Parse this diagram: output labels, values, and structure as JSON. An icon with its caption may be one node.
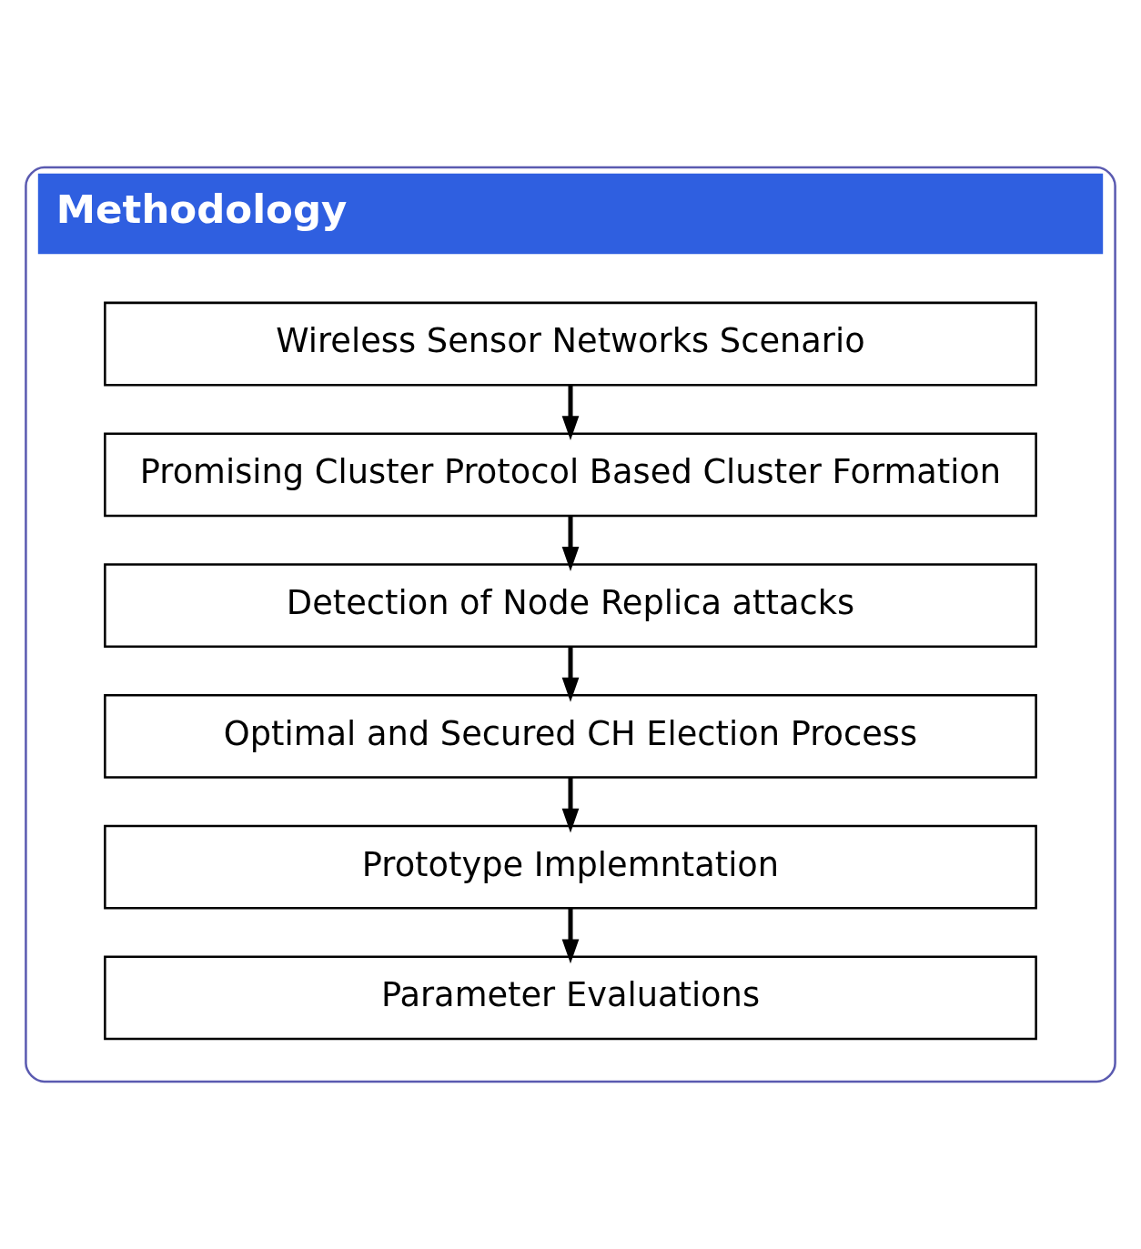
{
  "diagram": {
    "nodes": [
      {
        "text": [
          "Methodology"
        ]
      },
      {
        "text": [
          "Wireless Sensor Networks Scenario"
        ],
        "in": 0
      },
      {
        "text": [
          "Promising Cluster Protocol Based Cluster Formation"
        ],
        "in": 0
      },
      {
        "text": [
          "Detection of Node Replica attacks"
        ],
        "in": 0
      },
      {
        "text": [
          "Optimal and Secured CH Election Process"
        ],
        "in": 0
      },
      {
        "text": [
          "Prototype Implemntation"
        ],
        "in": 0
      },
      {
        "text": [
          "Parameter Evaluations"
        ],
        "in": 0
      }
    ],
    "edges": [
      {
        "from": 1,
        "to": 2,
        "arrow": "to"
      },
      {
        "from": 2,
        "to": 3,
        "arrow": "to"
      },
      {
        "from": 3,
        "to": 4,
        "arrow": "to"
      },
      {
        "from": 4,
        "to": 5,
        "arrow": "to"
      },
      {
        "from": 5,
        "to": 6,
        "arrow": "to"
      }
    ]
  }
}
